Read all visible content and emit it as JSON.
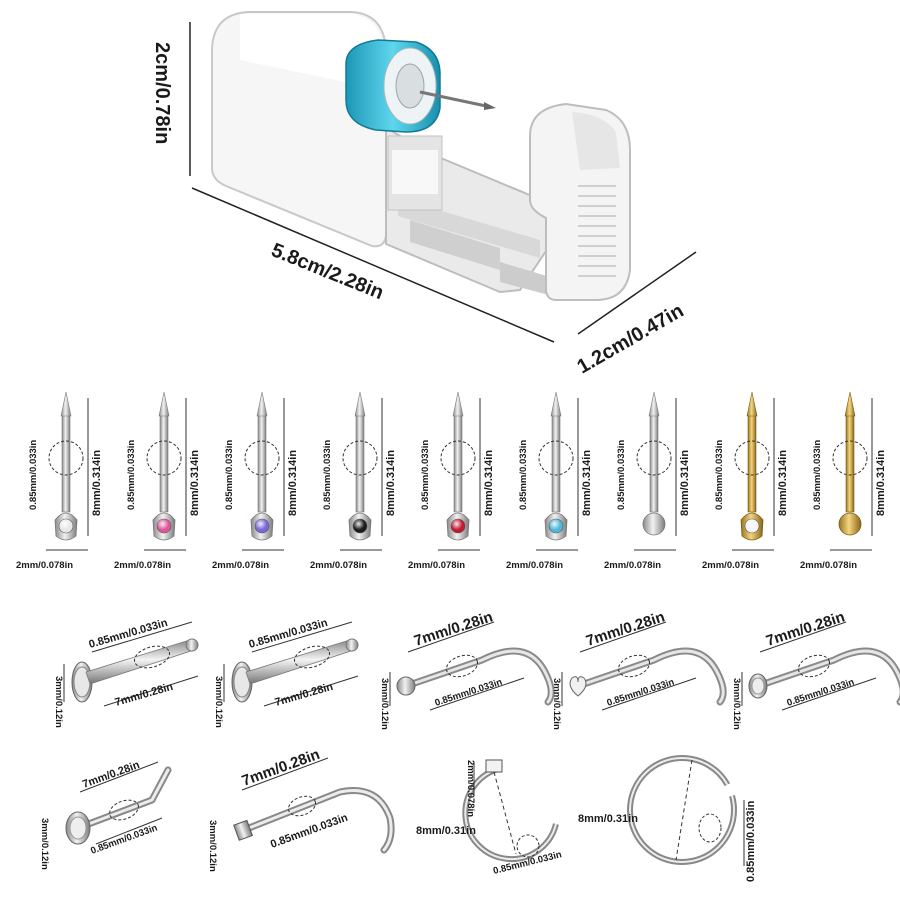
{
  "device": {
    "height_label": "2cm/0.78in",
    "length_label": "5.8cm/2.28in",
    "depth_label": "1.2cm/0.47in",
    "colors": {
      "body": "#f4f4f4",
      "shadow": "#cfcfcf",
      "cap": "#2ab6d6"
    }
  },
  "studs": {
    "gauge_label": "0.85mm/0.033in",
    "length_label": "8mm/0.314in",
    "head_label": "2mm/0.078in",
    "items": [
      {
        "metal": "silver",
        "head": "gem",
        "gem_color": "#e8e8e8"
      },
      {
        "metal": "silver",
        "head": "gem",
        "gem_color": "#e0569a"
      },
      {
        "metal": "silver",
        "head": "gem",
        "gem_color": "#7a66d8"
      },
      {
        "metal": "silver",
        "head": "gem",
        "gem_color": "#1c1c1c"
      },
      {
        "metal": "silver",
        "head": "gem",
        "gem_color": "#c21a34"
      },
      {
        "metal": "silver",
        "head": "gem",
        "gem_color": "#4fb9dc"
      },
      {
        "metal": "silver",
        "head": "ball",
        "gem_color": "#b8b8b8"
      },
      {
        "metal": "gold",
        "head": "gem",
        "gem_color": "#f5f5f5"
      },
      {
        "metal": "gold",
        "head": "ball",
        "gem_color": "#c9a23a"
      }
    ]
  },
  "row3": {
    "items": [
      {
        "type": "bone",
        "top_label": "0.85mm/0.033in",
        "bottom_label": "7mm/0.28in",
        "side_label": "3mm/0.12in"
      },
      {
        "type": "bone",
        "top_label": "0.85mm/0.033in",
        "bottom_label": "7mm/0.28in",
        "side_label": "3mm/0.12in"
      },
      {
        "type": "screw-ball",
        "top_label": "7mm/0.28in",
        "bottom_label": "0.85mm/0.033in",
        "side_label": "3mm/0.12in"
      },
      {
        "type": "screw-heart",
        "top_label": "7mm/0.28in",
        "bottom_label": "0.85mm/0.033in",
        "side_label": "3mm/0.12in"
      },
      {
        "type": "screw-gem",
        "top_label": "7mm/0.28in",
        "bottom_label": "0.85mm/0.033in",
        "side_label": "3mm/0.12in"
      }
    ]
  },
  "row4": {
    "items": [
      {
        "type": "L-shape",
        "top_label": "7mm/0.28in",
        "bottom_label": "0.85mm/0.033in",
        "side_label": "3mm/0.12in"
      },
      {
        "type": "screw-flat",
        "top_label": "7mm/0.28in",
        "bottom_label": "0.85mm/0.033in",
        "side_label": "3mm/0.12in"
      },
      {
        "type": "hoop-flat",
        "diameter_label": "8mm/0.31in",
        "top_label": "2mm/0.078in",
        "bottom_label": "0.85mm/0.033in"
      },
      {
        "type": "hoop",
        "diameter_label": "8mm/0.31in",
        "side_label": "0.85mm/0.033in"
      }
    ]
  }
}
